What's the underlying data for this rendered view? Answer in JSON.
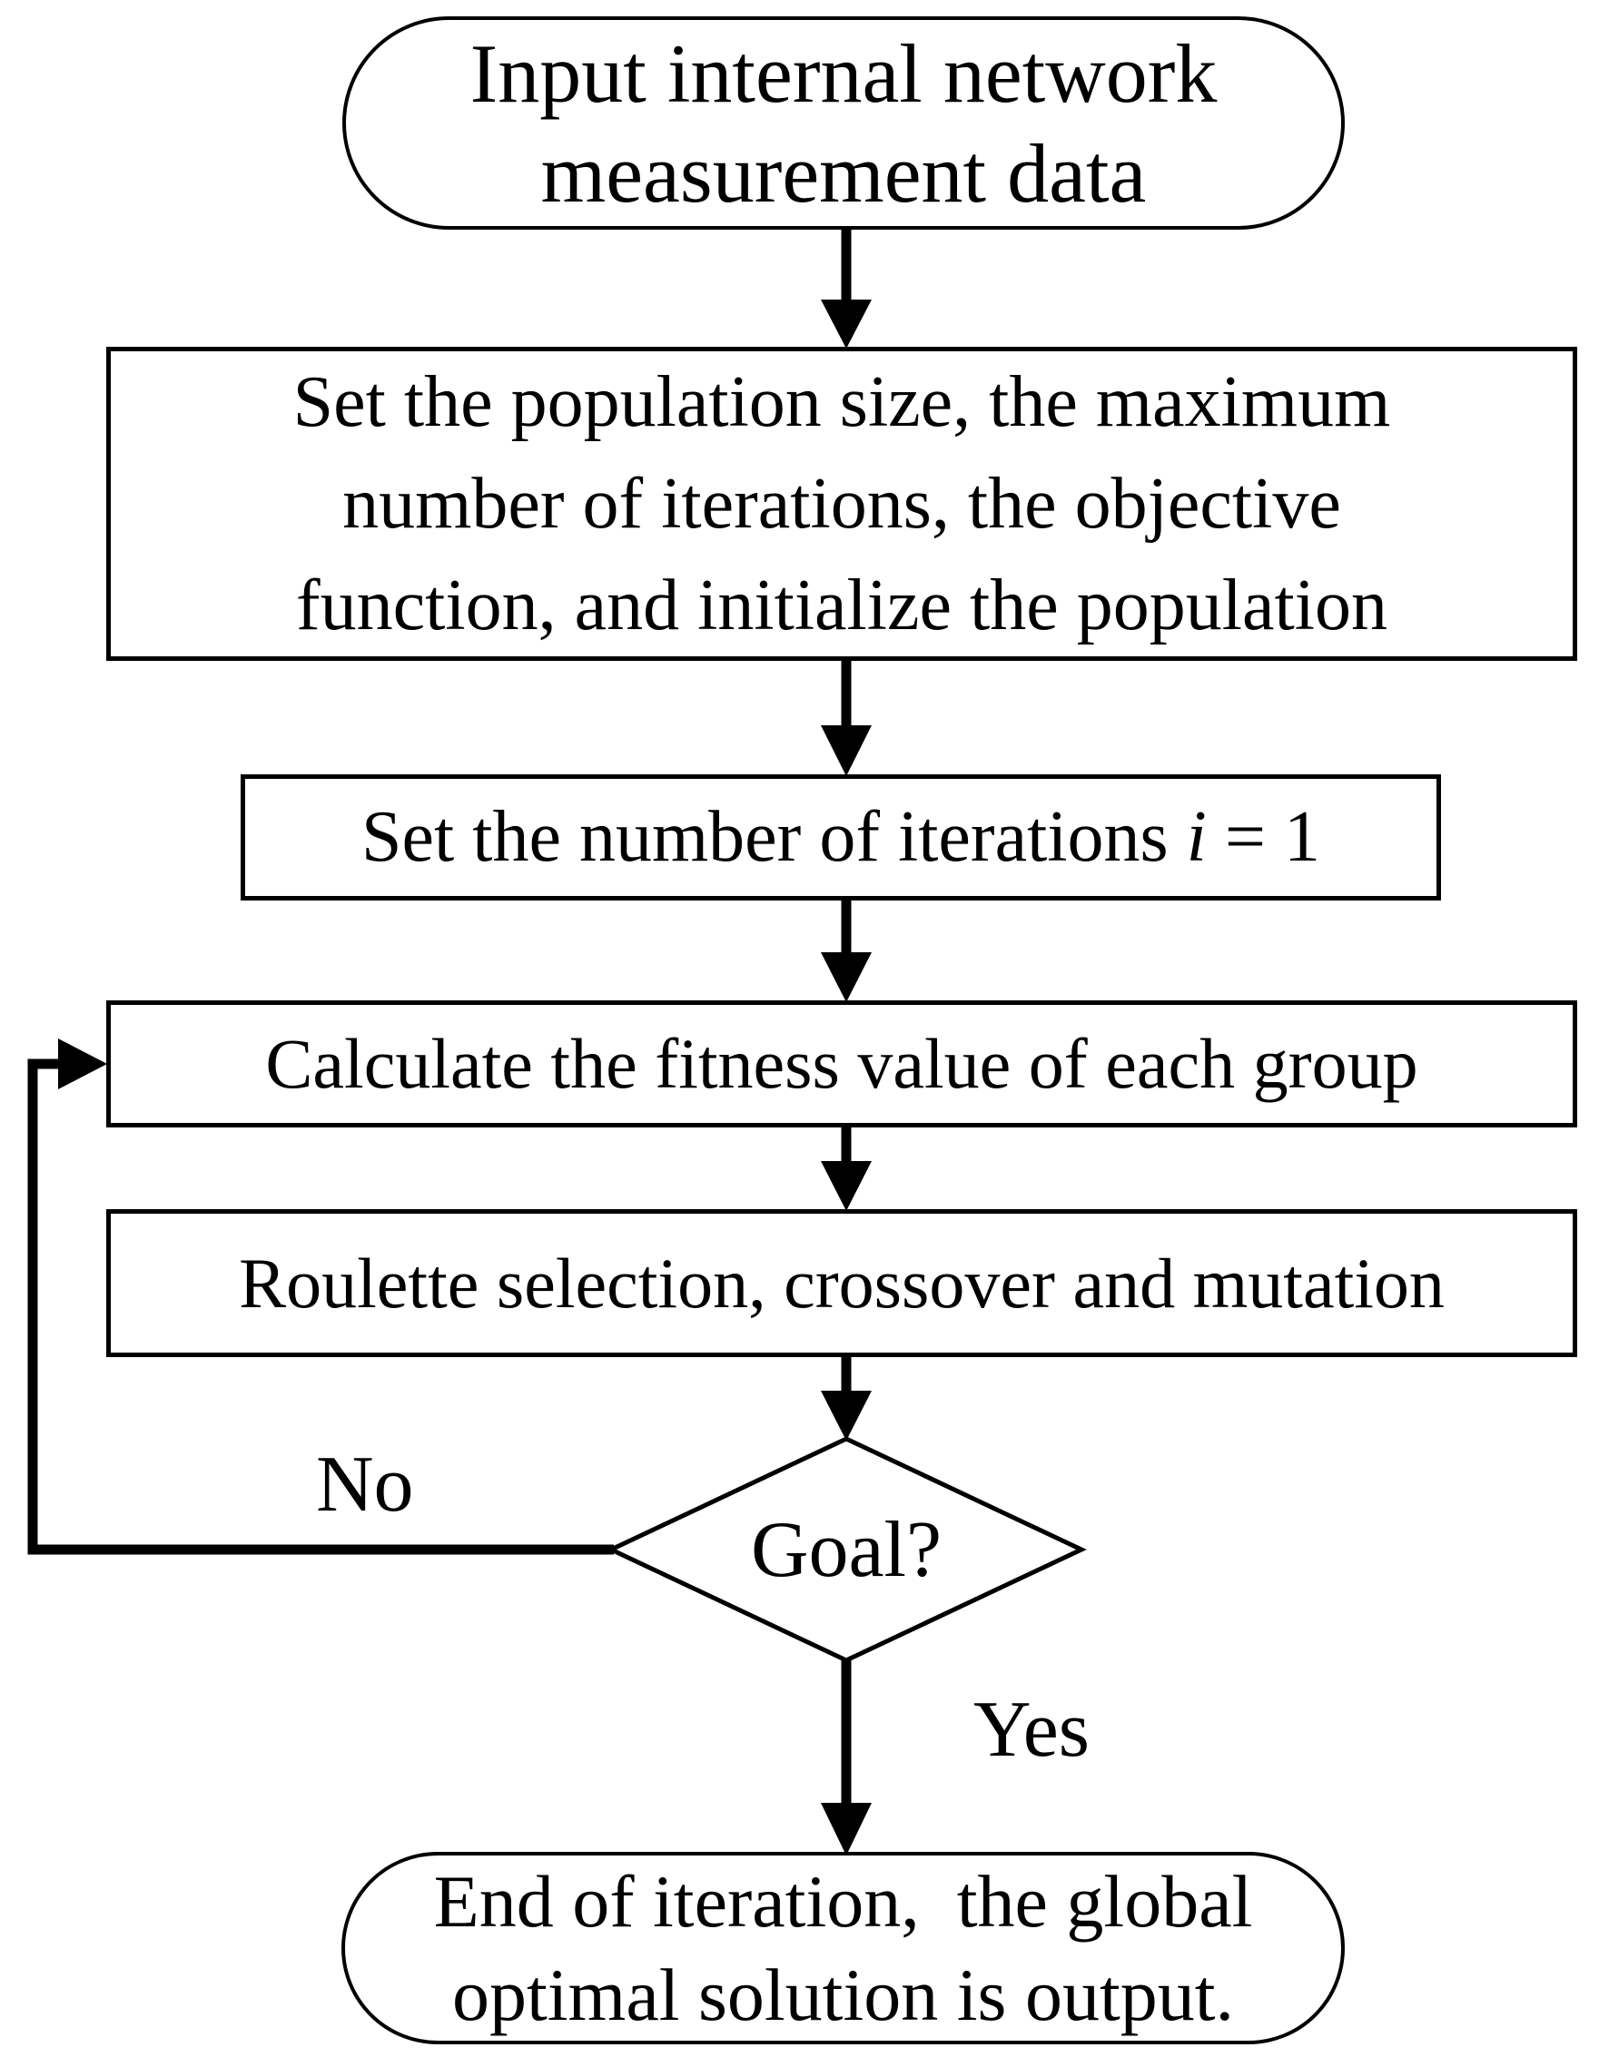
{
  "flowchart": {
    "colors": {
      "stroke": "#000000",
      "background": "#ffffff",
      "text": "#000000"
    },
    "nodes": {
      "start": {
        "shape": "terminator",
        "line1": "Input internal network",
        "line2": "measurement data"
      },
      "init": {
        "shape": "process",
        "line1": "Set the population size, the maximum",
        "line2": "number of iterations, the objective",
        "line3": "function, and initialize the population"
      },
      "set_iter": {
        "shape": "process",
        "before": "Set the number of iterations ",
        "var": "i",
        "after": " = 1"
      },
      "fitness": {
        "shape": "process",
        "text": "Calculate the fitness value of each group"
      },
      "roulette": {
        "shape": "process",
        "text": "Roulette selection, crossover and mutation"
      },
      "goal": {
        "shape": "decision",
        "text": "Goal?"
      },
      "end": {
        "shape": "terminator",
        "line1": "End of iteration,  the global",
        "line2": "optimal solution is output."
      }
    },
    "edge_labels": {
      "no": "No",
      "yes": "Yes"
    }
  }
}
